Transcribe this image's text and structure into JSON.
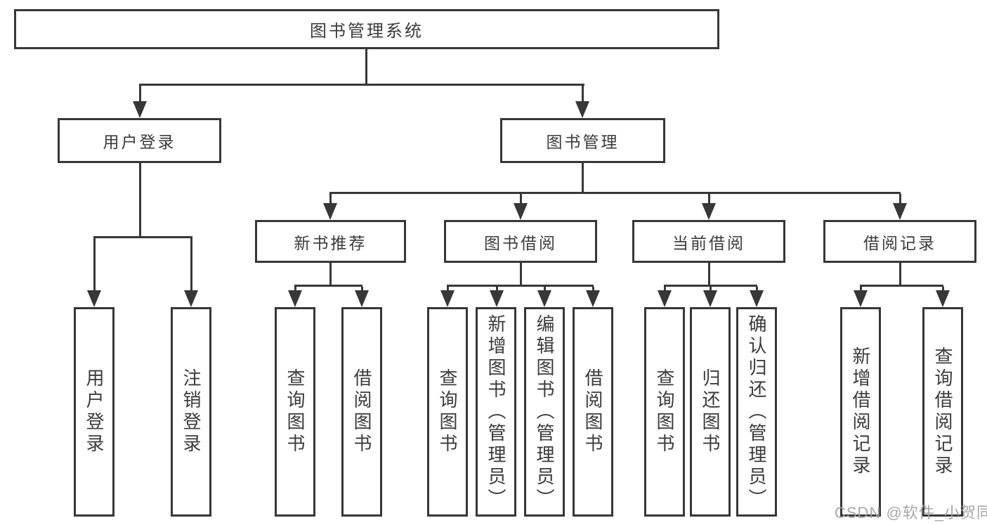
{
  "nodes": {
    "root": "图书管理系统",
    "user_login": "用户登录",
    "book_mgmt": "图书管理",
    "new_book": "新书推荐",
    "book_borrow": "图书借阅",
    "current_borrow": "当前借阅",
    "borrow_record": "借阅记录",
    "user_children": [
      "用户登录",
      "注销登录"
    ],
    "new_book_children": [
      "查询图书",
      "借阅图书"
    ],
    "book_borrow_children": [
      "查询图书",
      "新增图书（管理员）",
      "编辑图书（管理员）",
      "借阅图书"
    ],
    "current_borrow_children": [
      "查询图书",
      "归还图书",
      "确认归还（管理员）"
    ],
    "borrow_record_children": [
      "新增借阅记录",
      "查询借阅记录"
    ]
  },
  "watermark": "CSDN @软件_小贺同学",
  "colors": {
    "line": "#373737",
    "text": "#3b3b3b",
    "watermark": "#a3a3a3",
    "background": "#ffffff"
  }
}
